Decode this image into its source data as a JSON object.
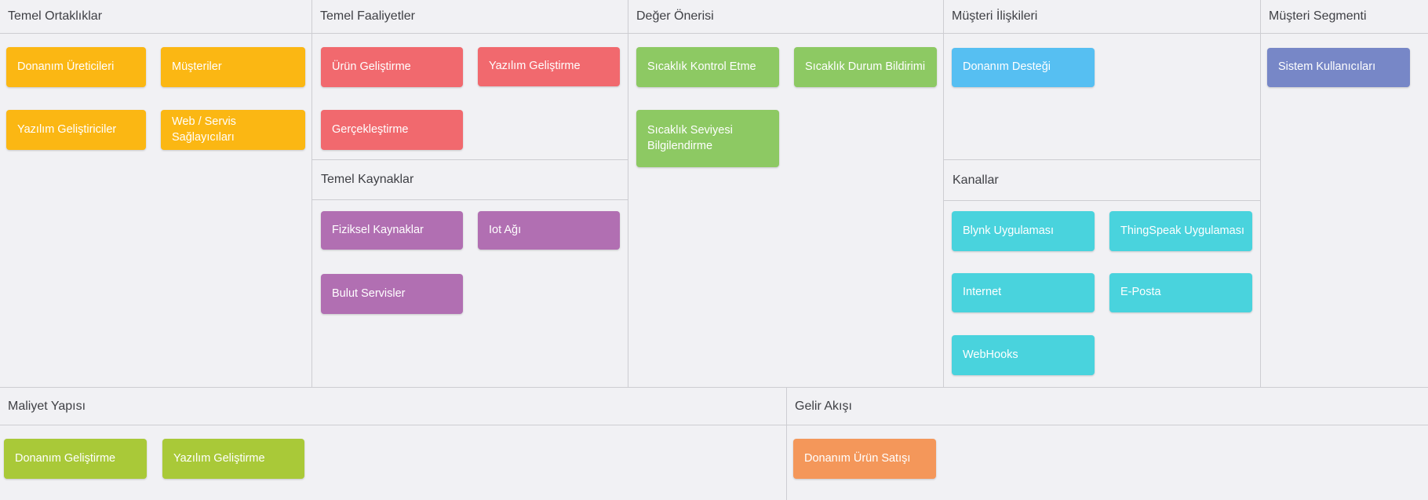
{
  "app": {
    "background": "#f1f1f4",
    "grid_line_color": "#cdcdd2",
    "header_text_color": "#3f4045"
  },
  "palette": {
    "amber": "#fbb713",
    "salmon": "#f1696e",
    "purple": "#b16fb2",
    "green": "#8dc963",
    "blue": "#56bff2",
    "cyan": "#49d3dd",
    "indigo": "#7787c7",
    "lime": "#a9c938",
    "orange": "#f4975a"
  },
  "sections": {
    "key_partners": {
      "title": "Temel Ortaklıklar",
      "boxes": [
        {
          "label": "Donanım Üreticileri",
          "color": "#fbb713"
        },
        {
          "label": "Müşteriler",
          "color": "#fbb713"
        },
        {
          "label": "Yazılım Geliştiriciler",
          "color": "#fbb713"
        },
        {
          "label": "Web / Servis Sağlayıcıları",
          "color": "#fbb713"
        }
      ]
    },
    "key_activities": {
      "title": "Temel Faaliyetler",
      "boxes": [
        {
          "label": "Ürün Geliştirme",
          "color": "#f1696e"
        },
        {
          "label": "Yazılım Geliştirme",
          "color": "#f1696e"
        },
        {
          "label": "Gerçekleştirme",
          "color": "#f1696e"
        }
      ]
    },
    "key_resources": {
      "title": "Temel Kaynaklar",
      "boxes": [
        {
          "label": "Fiziksel Kaynaklar",
          "color": "#b16fb2"
        },
        {
          "label": "Iot Ağı",
          "color": "#b16fb2"
        },
        {
          "label": "Bulut Servisler",
          "color": "#b16fb2"
        }
      ]
    },
    "value_proposition": {
      "title": "Değer Önerisi",
      "boxes": [
        {
          "label": "Sıcaklık Kontrol Etme",
          "color": "#8dc963"
        },
        {
          "label": "Sıcaklık Durum Bildirimi",
          "color": "#8dc963"
        },
        {
          "label": "Sıcaklık Seviyesi Bilgilendirme",
          "color": "#8dc963"
        }
      ]
    },
    "customer_relationships": {
      "title": "Müşteri İlişkileri",
      "boxes": [
        {
          "label": "Donanım Desteği",
          "color": "#56bff2"
        }
      ]
    },
    "channels": {
      "title": "Kanallar",
      "boxes": [
        {
          "label": "Blynk Uygulaması",
          "color": "#49d3dd"
        },
        {
          "label": "ThingSpeak Uygulaması",
          "color": "#49d3dd"
        },
        {
          "label": "Internet",
          "color": "#49d3dd"
        },
        {
          "label": "E-Posta",
          "color": "#49d3dd"
        },
        {
          "label": "WebHooks",
          "color": "#49d3dd"
        }
      ]
    },
    "customer_segments": {
      "title": "Müşteri Segmenti",
      "boxes": [
        {
          "label": "Sistem Kullanıcıları",
          "color": "#7787c7"
        }
      ]
    },
    "cost_structure": {
      "title": "Maliyet Yapısı",
      "boxes": [
        {
          "label": "Donanım Geliştirme",
          "color": "#a9c938"
        },
        {
          "label": "Yazılım Geliştirme",
          "color": "#a9c938"
        }
      ]
    },
    "revenue_streams": {
      "title": "Gelir Akışı",
      "boxes": [
        {
          "label": "Donanım Ürün Satışı",
          "color": "#f4975a"
        }
      ]
    }
  }
}
